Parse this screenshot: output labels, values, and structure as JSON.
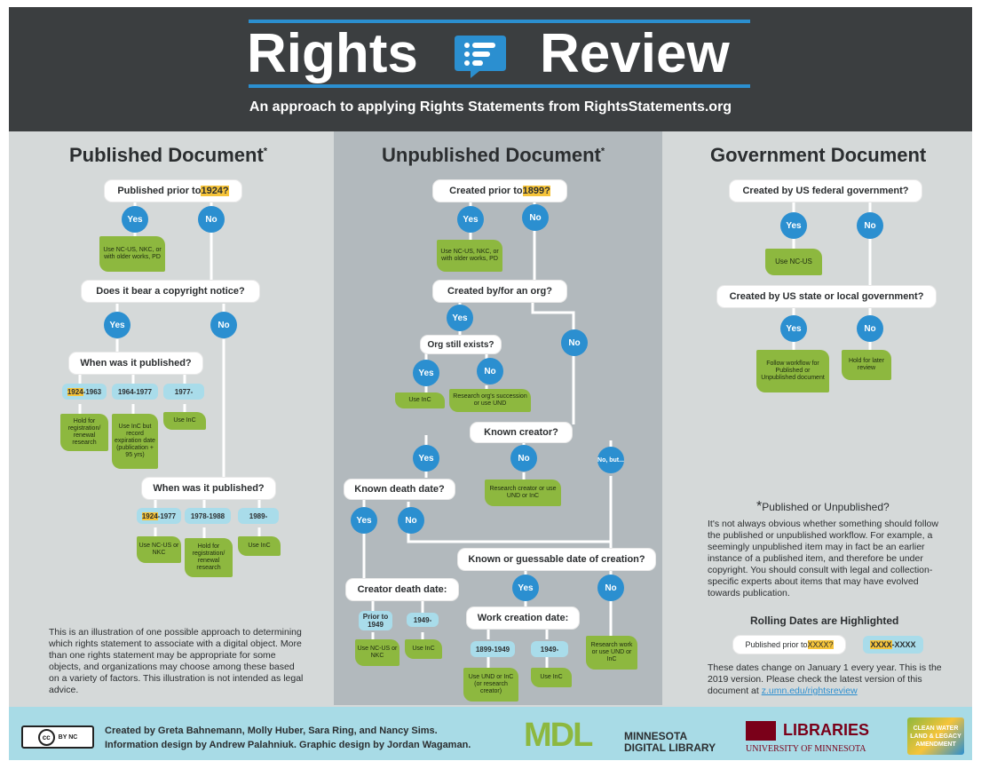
{
  "header": {
    "title_left": "Rights",
    "title_right": "Review",
    "subtitle": "An approach to applying Rights Statements from RightsStatements.org"
  },
  "columns": {
    "published": "Published Document",
    "unpublished": "Unpublished Document",
    "government": "Government Document",
    "asterisk": "*"
  },
  "published": {
    "q1_prefix": "Published prior to ",
    "q1_year": "1924?",
    "yes": "Yes",
    "no": "No",
    "g1": "Use NC-US, NKC, or with older works, PD",
    "q2": "Does it bear a copyright notice?",
    "q3": "When was it published?",
    "r1_a": "1924",
    "r1_b": "-1963",
    "r2": "1964-1977",
    "r3": "1977-",
    "g2": "Hold for registration/ renewal research",
    "g3": "Use InC but record expiration date (publication + 95 yrs)",
    "g4": "Use InC",
    "q4": "When was it published?",
    "r4_a": "1924",
    "r4_b": "-1977",
    "r5": "1978-1988",
    "r6": "1989-",
    "g5": "Use NC-US or NKC",
    "g6": "Hold for registration/ renewal research",
    "g7": "Use InC",
    "note": "This is an illustration of one possible approach to determining which rights statement to associate with a digital object. More than one rights statement may be appropriate for some objects, and organizations may choose among these based on a variety of factors. This illustration is not intended as legal advice."
  },
  "unpublished": {
    "q1_prefix": "Created prior to ",
    "q1_year": "1899?",
    "yes": "Yes",
    "no": "No",
    "nobut": "No, but...",
    "g1": "Use NC-US, NKC, or with older works, PD",
    "q2": "Created by/for an org?",
    "q3": "Org still exists?",
    "g2": "Use InC",
    "g3": "Research org's succession or use UND",
    "q4": "Known creator?",
    "q5": "Known death date?",
    "g4": "Research creator or use UND or InC",
    "q6": "Known or guessable date of creation?",
    "q7": "Creator death date:",
    "r1": "Prior to 1949",
    "r2": "1949-",
    "g5": "Use NC-US or NKC",
    "g6": "Use InC",
    "q8": "Work creation date:",
    "r3": "1899-1949",
    "r4": "1949-",
    "g7": "Use UND or InC (or research creator)",
    "g8": "Use InC",
    "g9": "Research work or use UND or InC"
  },
  "government": {
    "q1": "Created by US federal government?",
    "yes": "Yes",
    "no": "No",
    "g1": "Use NC-US",
    "q2": "Created by US state or local government?",
    "g2": "Follow workflow for Published or Unpublished document",
    "g3": "Hold for later review",
    "aside_title": "Published or Unpublished?",
    "aside_text": "It's not always obvious whether something should follow the published or unpublished workflow. For example, a seemingly unpublished item may in fact be an earlier instance of a published item, and therefore be under copyright. You should consult with legal and collection-specific experts about items that may have evolved towards publication.",
    "rolling_title": "Rolling Dates are Highlighted",
    "rolling_prefix": "Published prior to ",
    "rolling_year": "XXXX?",
    "rolling_range_a": "XXXX",
    "rolling_range_b": "-XXXX",
    "change_text": "These dates change on January 1 every year. This is the 2019 version. Please check the latest version of this document at ",
    "link": "z.umn.edu/rightsreview"
  },
  "footer": {
    "cc_badge": "cc",
    "cc_small": "BY NC",
    "credits_line1": "Created by Greta Bahnemann, Molly Huber, Sara Ring, and Nancy Sims.",
    "credits_line2": "Information design by Andrew Palahniuk. Graphic design by Jordan Wagaman.",
    "mdl_logo": "MDL",
    "mdl_name_1": "MINNESOTA",
    "mdl_name_2": "DIGITAL LIBRARY",
    "umn_name": "LIBRARIES",
    "umn_sub": "UNIVERSITY OF MINNESOTA",
    "legacy": "CLEAN WATER LAND & LEGACY AMENDMENT"
  },
  "colors": {
    "header_bg": "#3b3e40",
    "panel_bg": "#d5d9d9",
    "mid_bg": "#b2b9bd",
    "yes_no_blue": "#2b8fd0",
    "answer_green": "#8db83f",
    "date_blue": "#a9dcea",
    "highlight": "#f6c43a",
    "footer_bg": "#a8dbe6"
  }
}
